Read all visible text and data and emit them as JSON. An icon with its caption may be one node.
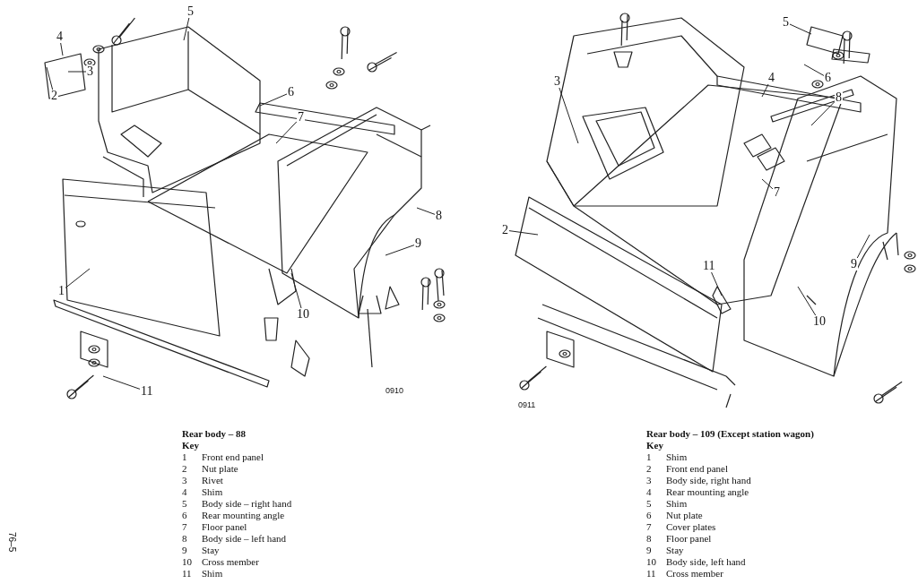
{
  "diagram": {
    "nodes": [
      {
        "text": [
          "1"
        ]
      },
      {
        "text": [
          "2"
        ]
      },
      {
        "text": [
          "3"
        ]
      },
      {
        "text": [
          "4"
        ]
      },
      {
        "text": [
          "5"
        ]
      },
      {
        "text": [
          "6"
        ]
      },
      {
        "text": [
          "7"
        ]
      },
      {
        "text": [
          "8"
        ]
      },
      {
        "text": [
          "9"
        ]
      },
      {
        "text": [
          "10"
        ]
      },
      {
        "text": [
          "11"
        ]
      },
      {
        "text": [
          "5"
        ]
      },
      {
        "text": [
          "4"
        ]
      },
      {
        "text": [
          "6"
        ]
      },
      {
        "text": [
          "8"
        ]
      },
      {
        "text": [
          "7"
        ]
      },
      {
        "text": [
          "3"
        ]
      },
      {
        "text": [
          "2"
        ]
      },
      {
        "text": [
          "11"
        ]
      },
      {
        "text": [
          "10"
        ]
      },
      {
        "text": [
          "9"
        ]
      }
    ],
    "edges": [
      {
        "from": 0,
        "to": null,
        "arrow": "none"
      },
      {
        "from": 1,
        "to": null,
        "arrow": "none"
      },
      {
        "from": 2,
        "to": null,
        "arrow": "none"
      },
      {
        "from": 3,
        "to": null,
        "arrow": "none"
      },
      {
        "from": 4,
        "to": null,
        "arrow": "none"
      },
      {
        "from": 5,
        "to": null,
        "arrow": "none"
      },
      {
        "from": 6,
        "to": null,
        "arrow": "none"
      },
      {
        "from": 7,
        "to": null,
        "arrow": "none"
      },
      {
        "from": 8,
        "to": null,
        "arrow": "none"
      },
      {
        "from": 9,
        "to": null,
        "arrow": "none"
      },
      {
        "from": 10,
        "to": null,
        "arrow": "none"
      },
      {
        "from": 11,
        "to": null,
        "arrow": "none"
      },
      {
        "from": 12,
        "to": null,
        "arrow": "none"
      },
      {
        "from": 13,
        "to": null,
        "arrow": "none"
      },
      {
        "from": 14,
        "to": null,
        "arrow": "none"
      },
      {
        "from": 15,
        "to": null,
        "arrow": "none"
      },
      {
        "from": 16,
        "to": null,
        "arrow": "none"
      },
      {
        "from": 17,
        "to": null,
        "arrow": "none"
      },
      {
        "from": 18,
        "to": null,
        "arrow": "none"
      },
      {
        "from": 19,
        "to": null,
        "arrow": "none"
      },
      {
        "from": 20,
        "to": null,
        "arrow": "none"
      }
    ],
    "labels": [
      "0910",
      "0911",
      "Rear body – 88",
      "Key",
      "1",
      "Front end panel",
      "2",
      "Nut plate",
      "3",
      "Rivet",
      "4",
      "Shim",
      "5",
      "Body side – right hand",
      "6",
      "Rear mounting angle",
      "7",
      "Floor panel",
      "8",
      "Body side – left hand",
      "9",
      "Stay",
      "10",
      "Cross member",
      "11",
      "Shim",
      "Rear body – 109 (Except station wagon)",
      "Key",
      "1",
      "Shim",
      "2",
      "Front end panel",
      "3",
      "Body side, right hand",
      "4",
      "Rear mounting angle",
      "5",
      "Shim",
      "6",
      "Nut plate",
      "7",
      "Cover plates",
      "8",
      "Floor panel",
      "9",
      "Stay",
      "10",
      "Body side, left hand",
      "11",
      "Cross member",
      "76–5"
    ]
  }
}
